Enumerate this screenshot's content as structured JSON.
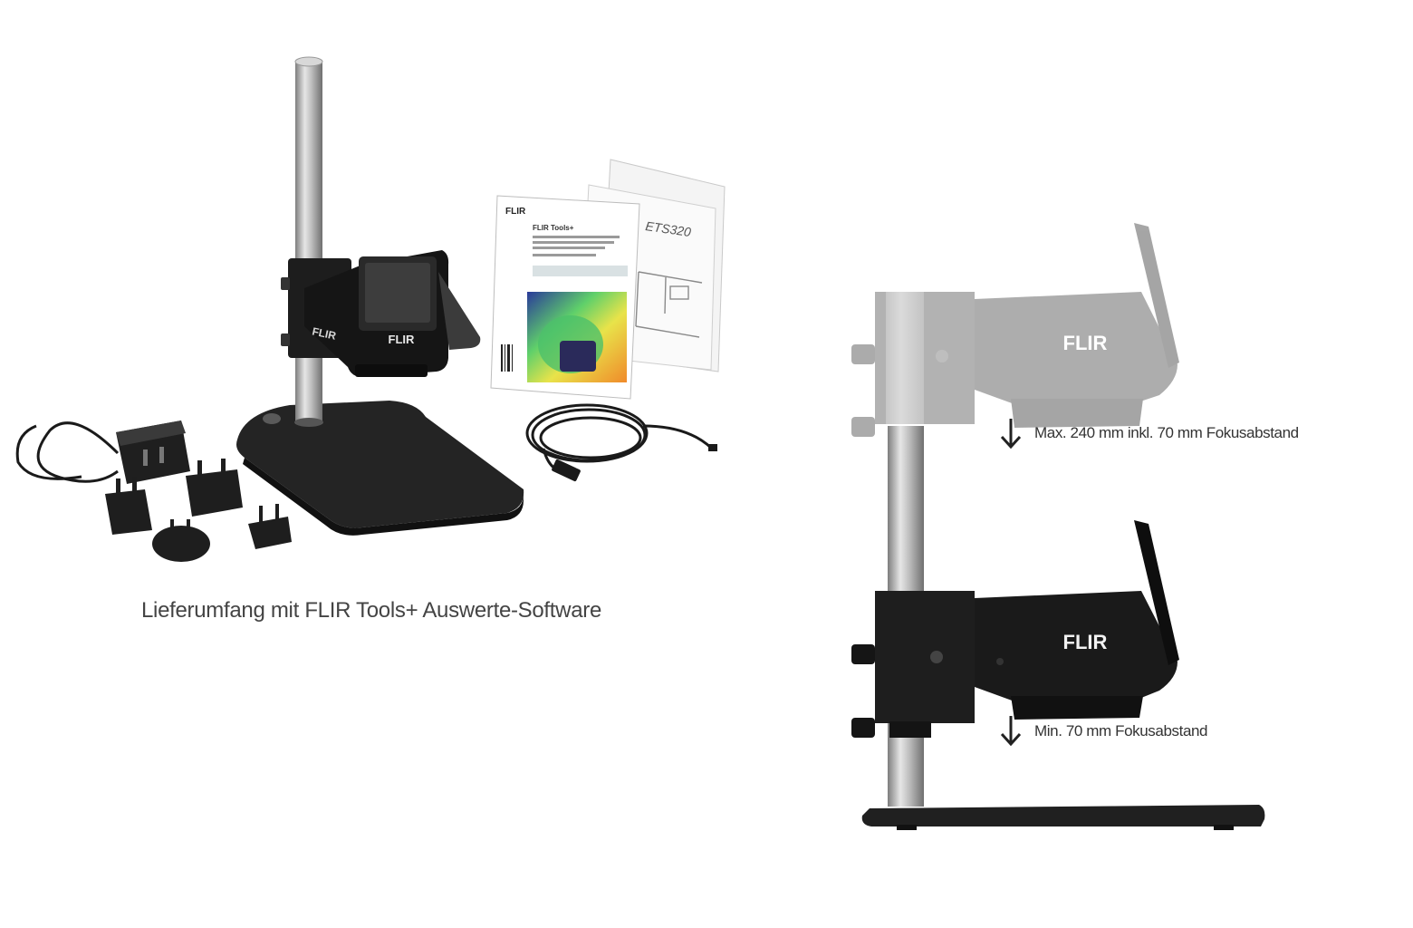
{
  "photo_left": {
    "caption": "Lieferumfang mit FLIR Tools+ Auswerte-Software",
    "camera_logo": "FLIR",
    "booklet_brand": "FLIR",
    "booklet_title": "FLIR Tools+",
    "manual_title": "ETS320"
  },
  "photo_right": {
    "upper_camera_logo": "FLIR",
    "lower_camera_logo": "FLIR",
    "max_label": "Max. 240 mm inkl. 70 mm Fokusabstand",
    "min_label": "Min. 70 mm Fokusabstand"
  },
  "colors": {
    "background": "#ffffff",
    "stand_dark": "#1f1f1f",
    "camera_grey_faded": "#a8a8a8",
    "text": "#333333"
  }
}
